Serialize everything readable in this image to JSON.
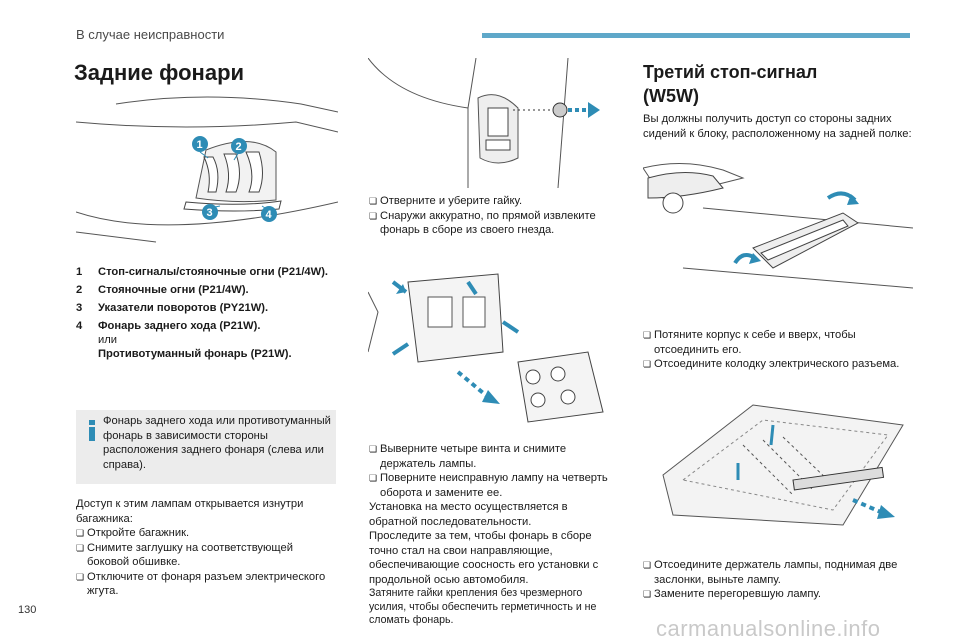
{
  "header": {
    "section": "В случае неисправности"
  },
  "page_number": "130",
  "watermark": "carmanualsonline.info",
  "left": {
    "title": "Задние фонари",
    "callouts": [
      "1",
      "2",
      "3",
      "4"
    ],
    "legend": [
      {
        "num": "1",
        "text": "Стоп-сигналы/стояночные огни (P21/4W)."
      },
      {
        "num": "2",
        "text": "Стояночные огни (P21/4W)."
      },
      {
        "num": "3",
        "text": "Указатели поворотов (PY21W)."
      },
      {
        "num": "4",
        "text": "Фонарь заднего хода (P21W).",
        "or": "или",
        "alt": "Противотуманный фонарь (P21W)."
      }
    ],
    "info": "Фонарь заднего хода или противотуманный фонарь в зависимости стороны расположения заднего фонаря (слева или справа).",
    "access": {
      "intro1": "Доступ к этим лампам открывается изнутри",
      "intro2": "багажника:",
      "steps": [
        "Откройте багажник.",
        "Снимите заглушку на соответствующей боковой обшивке.",
        "Отключите от фонаря разъем электрического жгута."
      ]
    }
  },
  "middle": {
    "steps_a": [
      "Отверните и уберите гайку.",
      "Снаружи аккуратно, по прямой извлеките фонарь в сборе из своего гнезда."
    ],
    "steps_b": [
      "Выверните четыре винта и снимите держатель лампы.",
      "Поверните неисправную лампу на четверть оборота и замените ее."
    ],
    "para1": "Установка на место осуществляется в обратной последовательности.",
    "para2": "Проследите за тем, чтобы фонарь в сборе точно стал на свои направляющие, обеспечивающие соосность его установки с продольной осью автомобиля.",
    "para3": "Затяните гайки крепления без чрезмерного усилия, чтобы обеспечить герметичность и не сломать фонарь."
  },
  "right": {
    "title_line1": "Третий стоп-сигнал",
    "title_line2": "(W5W)",
    "intro": "Вы должны получить доступ со стороны задних сидений к блоку, расположенному на задней полке:",
    "steps_a": [
      "Потяните корпус к себе и вверх, чтобы отсоединить его.",
      "Отсоедините колодку электрического разъема."
    ],
    "steps_b": [
      "Отсоедините держатель лампы, поднимая две заслонки, выньте лампу.",
      "Замените перегоревшую лампу."
    ]
  },
  "colors": {
    "accent": "#2e8cb5",
    "header_bar": "#5fa8c9",
    "info_box": "#ececec"
  },
  "bullet_glyph": "❏"
}
